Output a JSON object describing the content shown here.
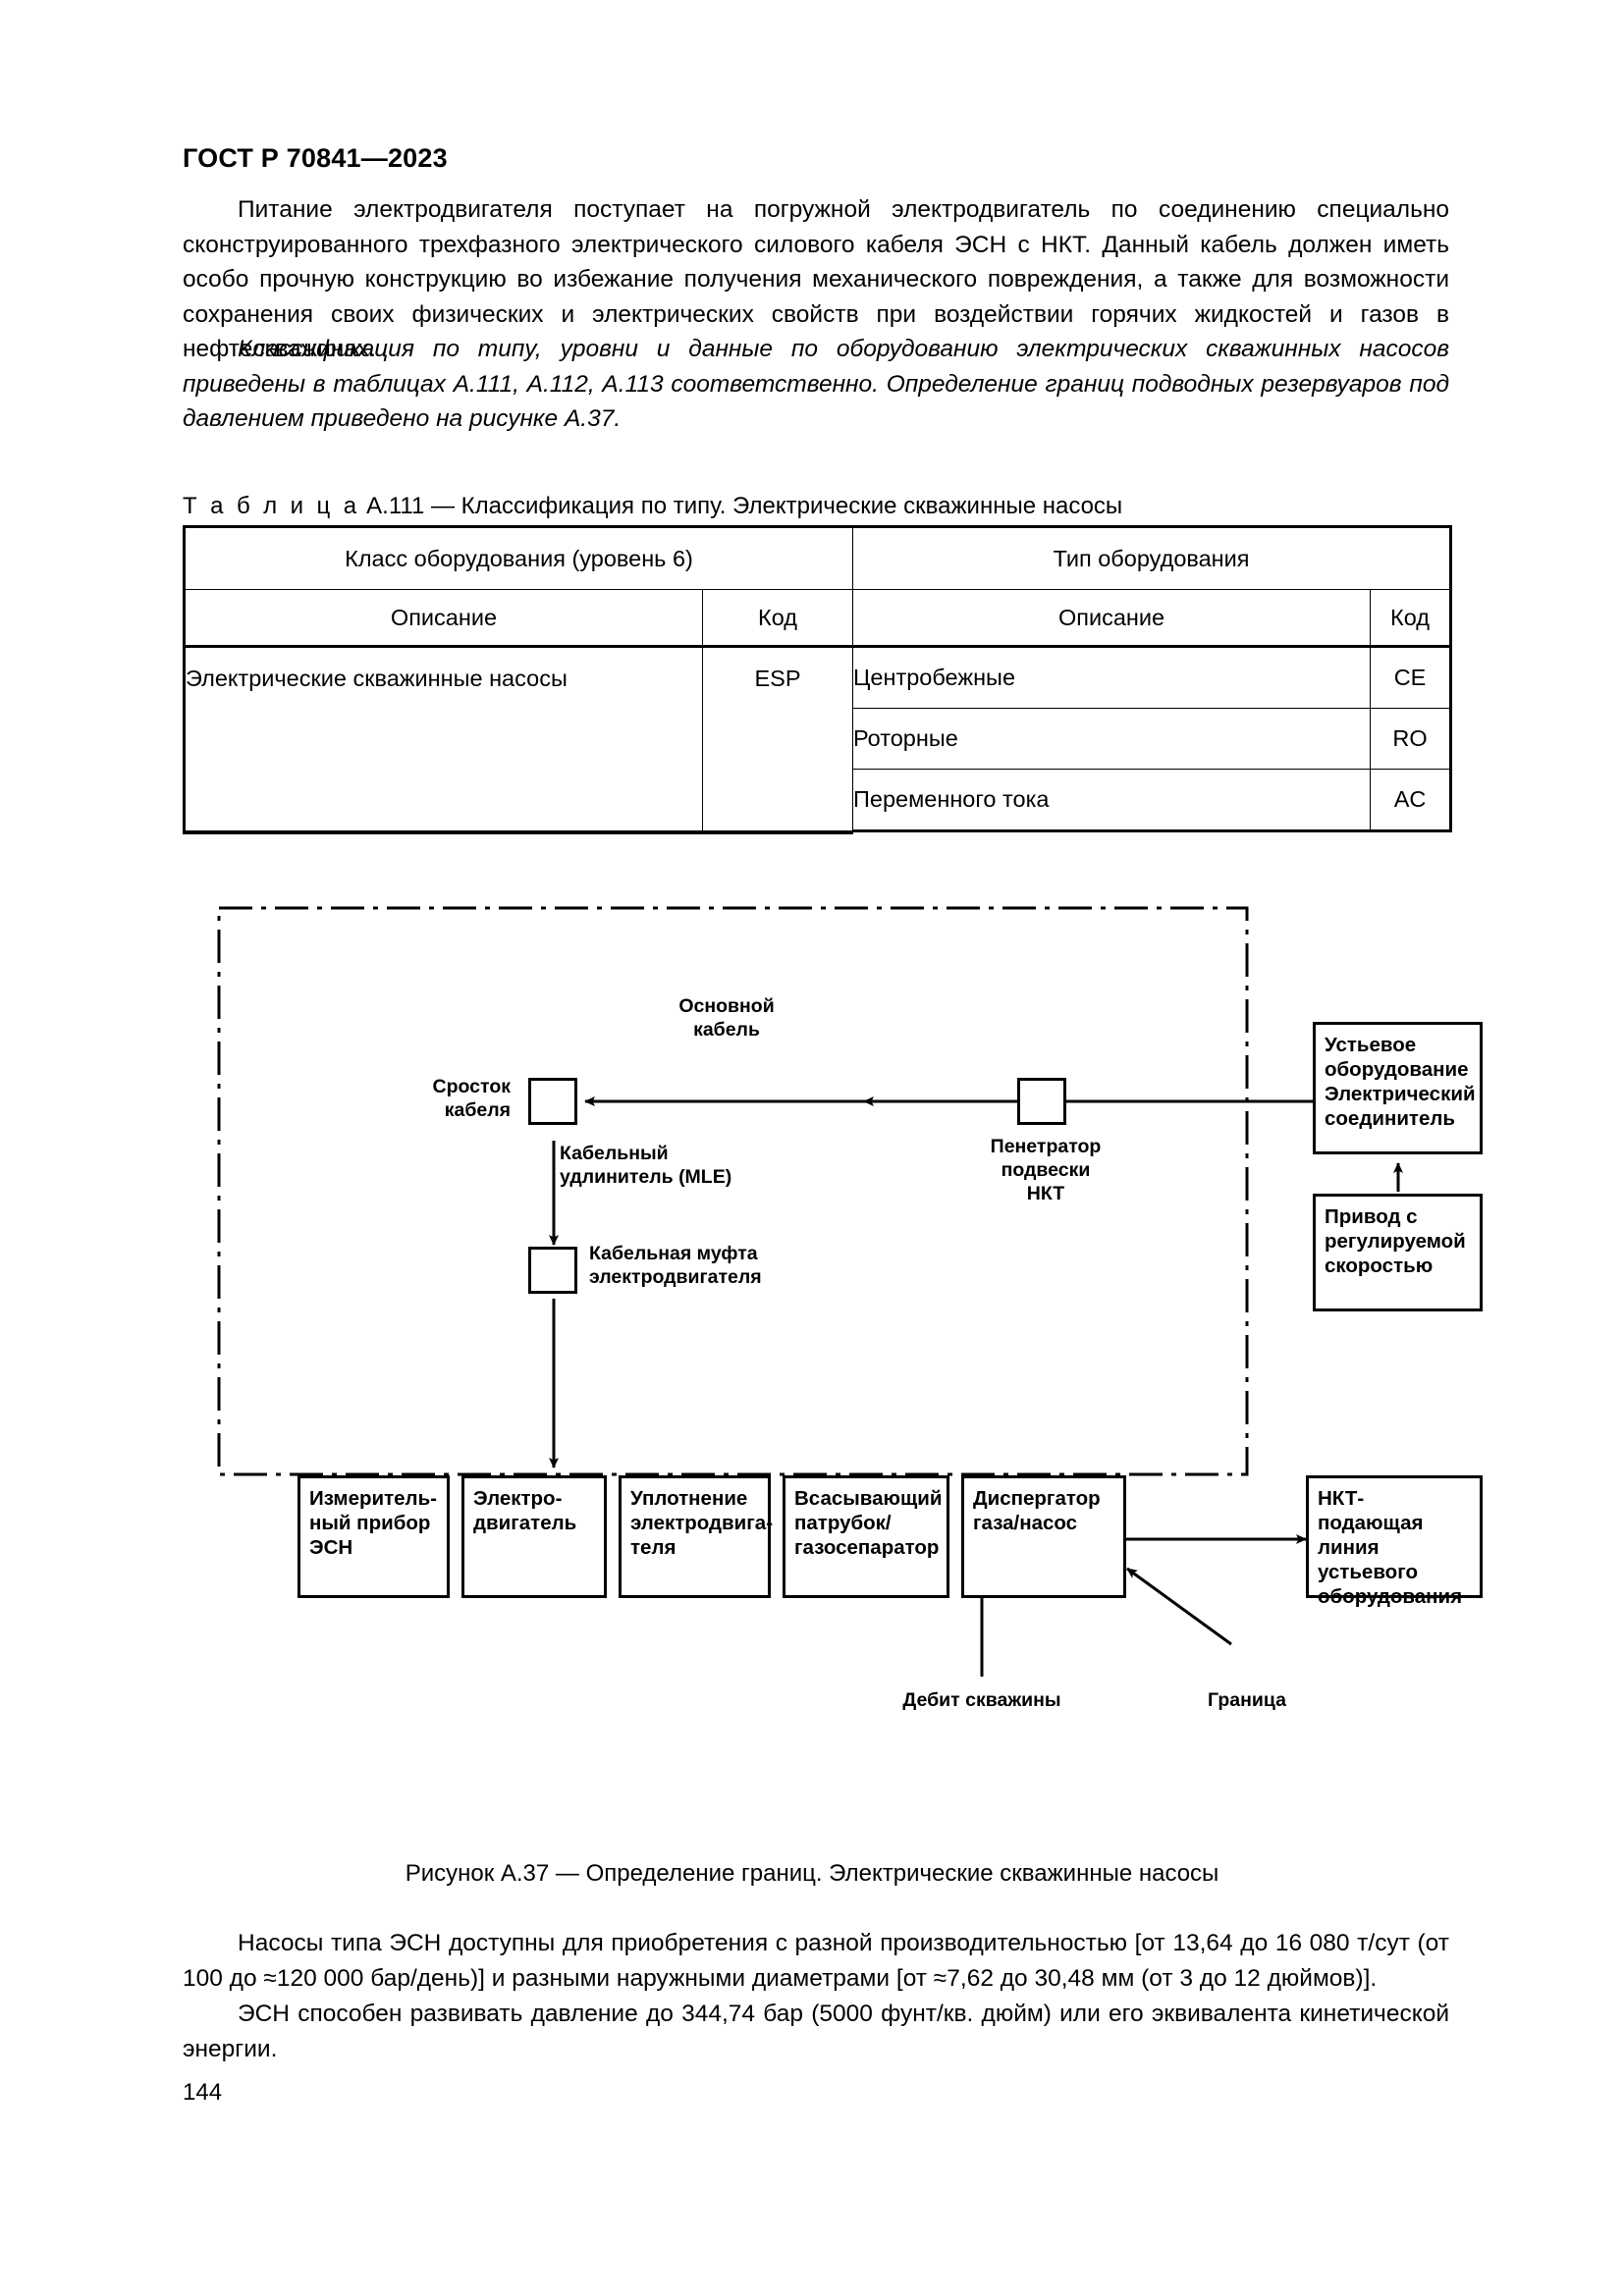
{
  "header": {
    "standard_id": "ГОСТ Р 70841—2023"
  },
  "body": {
    "paragraph_1": "Питание электродвигателя поступает на погружной электродвигатель по соединению специально сконструированного трехфазного электрического силового кабеля ЭСН с НКТ. Данный кабель должен иметь особо прочную конструкцию во избежание получения механического повреждения, а также для возможности сохранения своих физических и электрических свойств при воздействии горячих жидкостей и газов в нефтескважинах.",
    "paragraph_2": "Классификация по типу, уровни и данные по оборудованию электрических скважинных насосов приведены в таблицах А.111, А.112, А.113 соответственно. Определение границ подводных резервуаров под давлением приведено на рисунке А.37.",
    "paragraph_3": "Насосы типа ЭСН доступны для приобретения с разной производительностью [от 13,64 до 16 080 т/сут (от 100 до ≈120 000 бар/день)] и разными наружными диаметрами [от ≈7,62 до 30,48 мм (от 3 до 12 дюймов)].",
    "paragraph_4": "ЭСН способен развивать давление до 344,74 бар (5000 фунт/кв. дюйм) или его эквивалента кинетической энергии."
  },
  "table": {
    "caption_prefix": "Т а б л и ц а",
    "caption_rest": "А.111 — Классификация по типу. Электрические скважинные насосы",
    "group_headers": {
      "equipment_class": "Класс оборудования (уровень 6)",
      "equipment_type": "Тип оборудования"
    },
    "sub_headers": {
      "description_left": "Описание",
      "code_left": "Код",
      "description_right": "Описание",
      "code_right": "Код"
    },
    "class_description": "Электрические скважинные насосы",
    "class_code": "ESP",
    "types": [
      {
        "description": "Центробежные",
        "code": "CE"
      },
      {
        "description": "Роторные",
        "code": "RO"
      },
      {
        "description": "Переменного тока",
        "code": "AC"
      }
    ]
  },
  "figure": {
    "caption": "Рисунок А.37 — Определение границ. Электрические скважинные насосы",
    "labels": {
      "main_cable": "Основной\nкабель",
      "cable_splice": "Сросток\nкабеля",
      "cable_extension": "Кабельный\nудлинитель (MLE)",
      "motor_coupling": "Кабельная муфта\nэлектродвигателя",
      "tubing_hanger_penetrator": "Пенетратор\nподвески\nНКТ",
      "well_flow_rate": "Дебит скважины",
      "boundary": "Граница"
    },
    "nodes": {
      "wellhead_equipment": "Устьевое\nоборудование\n\nЭлектрический\nсоединитель",
      "variable_speed_drive": "Привод с\nрегулируемой\nскоростью",
      "esp_gauge": "Измеритель-\nный прибор\nЭСН",
      "electric_motor": "Электро-\nдвигатель",
      "motor_seal": "Уплотнение\nэлектродвига-\nтеля",
      "intake_gas_separator": "Всасывающий\nпатрубок/\nгазосепаратор",
      "gas_disperser_pump": "Диспергатор\nгаза/насос",
      "tubing_flowline": "НКТ-\nподающая\nлиния\nустьевого\nоборудования"
    }
  },
  "page_number": "144"
}
